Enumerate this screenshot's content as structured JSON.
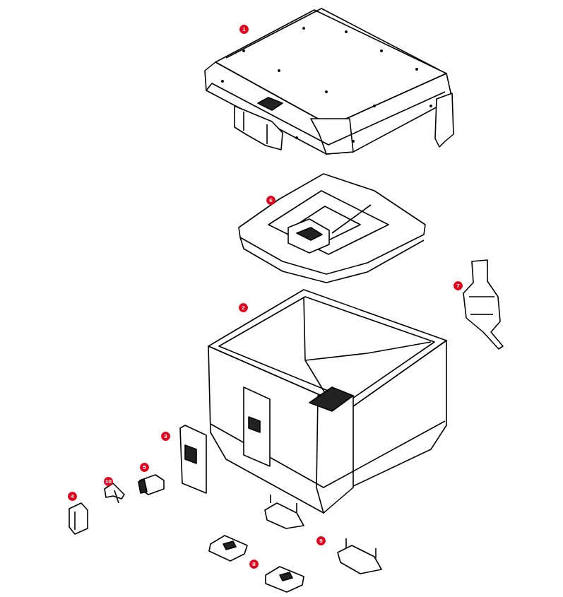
{
  "diagram": {
    "labels": [
      "1",
      "6",
      "7",
      "2",
      "3",
      "5",
      "10",
      "4",
      "9",
      "8"
    ]
  }
}
